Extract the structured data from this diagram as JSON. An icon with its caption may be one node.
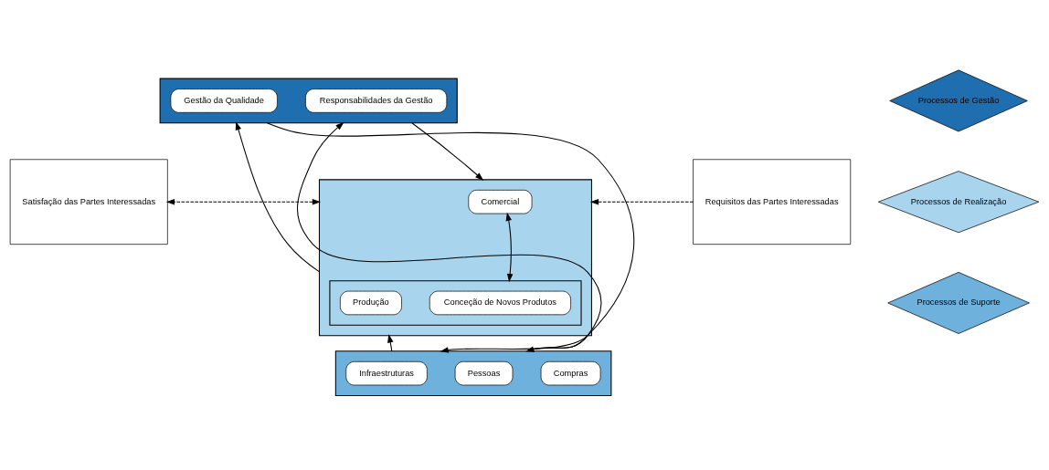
{
  "diagram": {
    "nodes": [
      {
        "text": [],
        "shape": "box"
      },
      {
        "text": [
          "Responsabilidades da Gestão"
        ],
        "in": 0
      },
      {
        "text": [
          "Gestão da Qualidade"
        ],
        "in": 0
      },
      {
        "text": [],
        "shape": "box"
      },
      {
        "text": [
          "Comercial"
        ],
        "in": 3
      },
      {
        "text": [],
        "shape": "box",
        "in": 3
      },
      {
        "text": [
          "Conceção de Novos Produtos"
        ],
        "in": 5
      },
      {
        "text": [
          "Produção"
        ],
        "in": 5
      },
      {
        "text": [],
        "shape": "box"
      },
      {
        "text": [
          "Pessoas"
        ],
        "in": 8
      },
      {
        "text": [
          "Compras"
        ],
        "in": 8
      },
      {
        "text": [
          "Infraestruturas"
        ],
        "in": 8
      },
      {
        "text": [
          "Requisitos das Partes Interessadas"
        ]
      },
      {
        "text": [
          "Satisfação das Partes Interessadas"
        ]
      },
      {
        "text": [
          "Processos de Gestão"
        ]
      },
      {
        "text": [
          "Processos de Realização"
        ]
      },
      {
        "text": [
          "Processos de Suporte"
        ]
      }
    ],
    "edges": [
      {
        "from": 0,
        "to": 3,
        "arrow": "to"
      },
      {
        "from": 3,
        "to": 0,
        "arrow": "to"
      },
      {
        "from": 3,
        "to": 8,
        "arrow": "to"
      },
      {
        "from": 8,
        "to": 3,
        "arrow": "to"
      },
      {
        "from": 4,
        "to": 5,
        "arrow": "both"
      },
      {
        "from": 12,
        "to": 3,
        "arrow": "to",
        "style": "dashed"
      },
      {
        "from": 3,
        "to": 13,
        "arrow": "both",
        "style": "dashed"
      },
      {
        "from": 8,
        "to": 0,
        "arrow": "to"
      },
      {
        "from": 0,
        "to": 8,
        "arrow": "to"
      }
    ]
  }
}
